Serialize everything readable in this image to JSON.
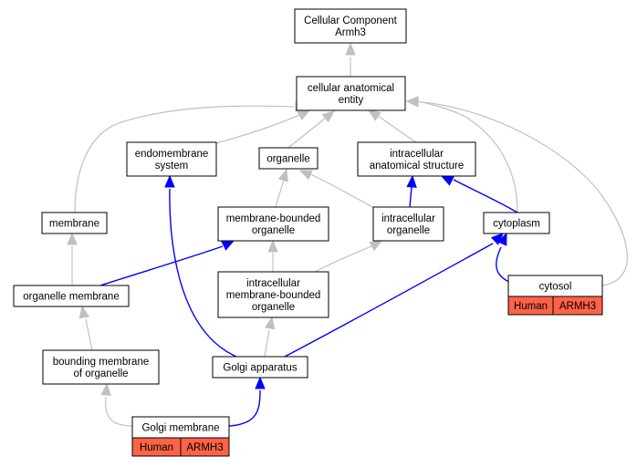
{
  "nodes": {
    "root": [
      "Cellular Component",
      "Armh3"
    ],
    "cae": [
      "cellular anatomical",
      "entity"
    ],
    "endo": [
      "endomembrane",
      "system"
    ],
    "organelle": [
      "organelle"
    ],
    "ias": [
      "intracellular",
      "anatomical structure"
    ],
    "membrane": [
      "membrane"
    ],
    "mbo": [
      "membrane-bounded",
      "organelle"
    ],
    "io": [
      "intracellular",
      "organelle"
    ],
    "cytoplasm": [
      "cytoplasm"
    ],
    "om": [
      "organelle membrane"
    ],
    "imbo": [
      "intracellular",
      "membrane-bounded",
      "organelle"
    ],
    "cytosol": [
      "cytosol"
    ],
    "bmo": [
      "bounding membrane",
      "of organelle"
    ],
    "golgi": [
      "Golgi apparatus"
    ],
    "golgimem": [
      "Golgi membrane"
    ]
  },
  "annotations": {
    "cytosol": [
      "Human",
      "ARMH3"
    ],
    "golgimem": [
      "Human",
      "ARMH3"
    ]
  },
  "colors": {
    "is_a_edge": "#c0c0c0",
    "part_of_edge": "#0000ff",
    "annotation_fill": "#ff6347"
  }
}
